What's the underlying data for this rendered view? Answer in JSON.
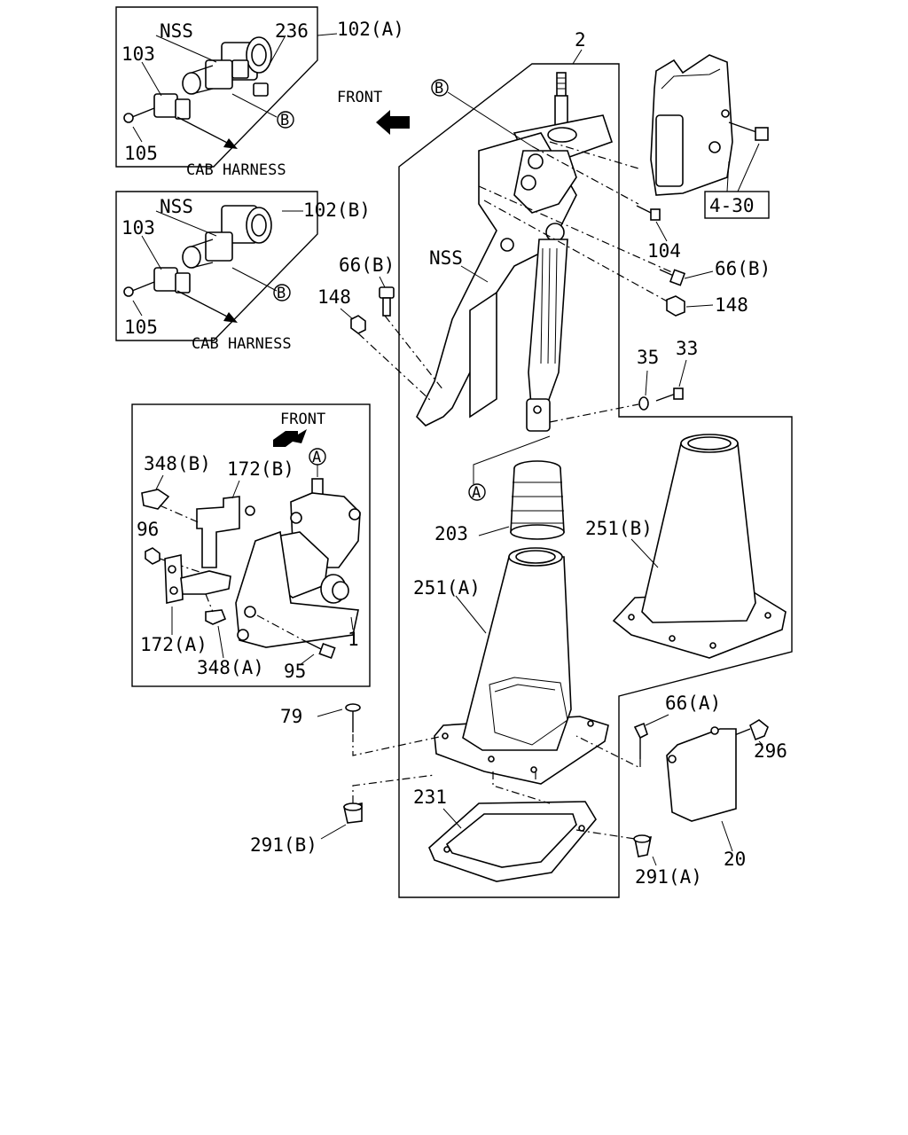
{
  "labels": {
    "top_inset": {
      "nss": "NSS",
      "p236": "236",
      "p102a": "102(A)",
      "p103": "103",
      "p105": "105",
      "ref_b": "B",
      "cab_harness": "CAB HARNESS"
    },
    "mid_inset": {
      "nss": "NSS",
      "p102b": "102(B)",
      "p103": "103",
      "p105": "105",
      "ref_b": "B",
      "cab_harness": "CAB HARNESS"
    },
    "front_arrow_top": "FRONT",
    "main": {
      "p2": "2",
      "ref_b": "B",
      "nss": "NSS",
      "p66b_left": "66(B)",
      "p148_left": "148",
      "p104": "104",
      "p66b_right": "66(B)",
      "p148_right": "148",
      "p35": "35",
      "p33": "33",
      "ref_a": "A",
      "p203": "203",
      "p251b": "251(B)",
      "p251a": "251(A)",
      "p79": "79",
      "p66a": "66(A)",
      "p296": "296",
      "p231": "231",
      "p291b": "291(B)",
      "p291a": "291(A)",
      "p20": "20",
      "ref_4_30": "4-30"
    },
    "lower_inset": {
      "front": "FRONT",
      "ref_a": "A",
      "p348b": "348(B)",
      "p172b": "172(B)",
      "p96": "96",
      "p172a": "172(A)",
      "p348a": "348(A)",
      "p95": "95",
      "p1": "1"
    }
  }
}
